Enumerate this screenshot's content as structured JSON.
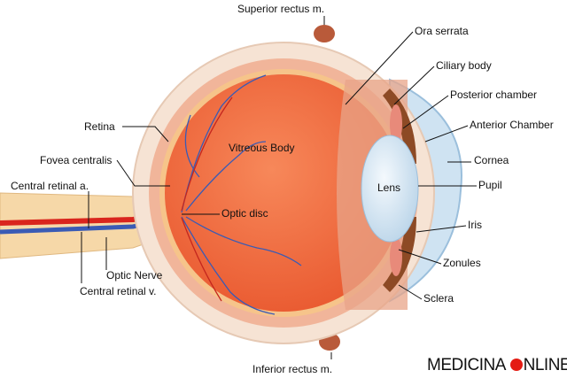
{
  "labels": {
    "superior_rectus": "Superior rectus m.",
    "ora_serrata": "Ora serrata",
    "ciliary_body": "Ciliary body",
    "posterior_chamber": "Posterior chamber",
    "anterior_chamber": "Anterior Chamber",
    "cornea": "Cornea",
    "pupil": "Pupil",
    "iris": "Iris",
    "zonules": "Zonules",
    "sclera": "Sclera",
    "inferior_rectus": "Inferior rectus m.",
    "retina": "Retina",
    "fovea_centralis": "Fovea centralis",
    "central_retinal_a": "Central retinal a.",
    "optic_disc": "Optic disc",
    "optic_nerve": "Optic Nerve",
    "central_retinal_v": "Central retinal v.",
    "vitreous_body": "Vitreous Body",
    "lens": "Lens"
  },
  "watermark": {
    "part1": "MEDICINA",
    "part2": "NLINE"
  },
  "colors": {
    "vitreous": "#f0673a",
    "sclera": "#f6e3d4",
    "artery": "#d9251d",
    "vein": "#3a5bb5",
    "cornea": "#cfe3f2"
  }
}
